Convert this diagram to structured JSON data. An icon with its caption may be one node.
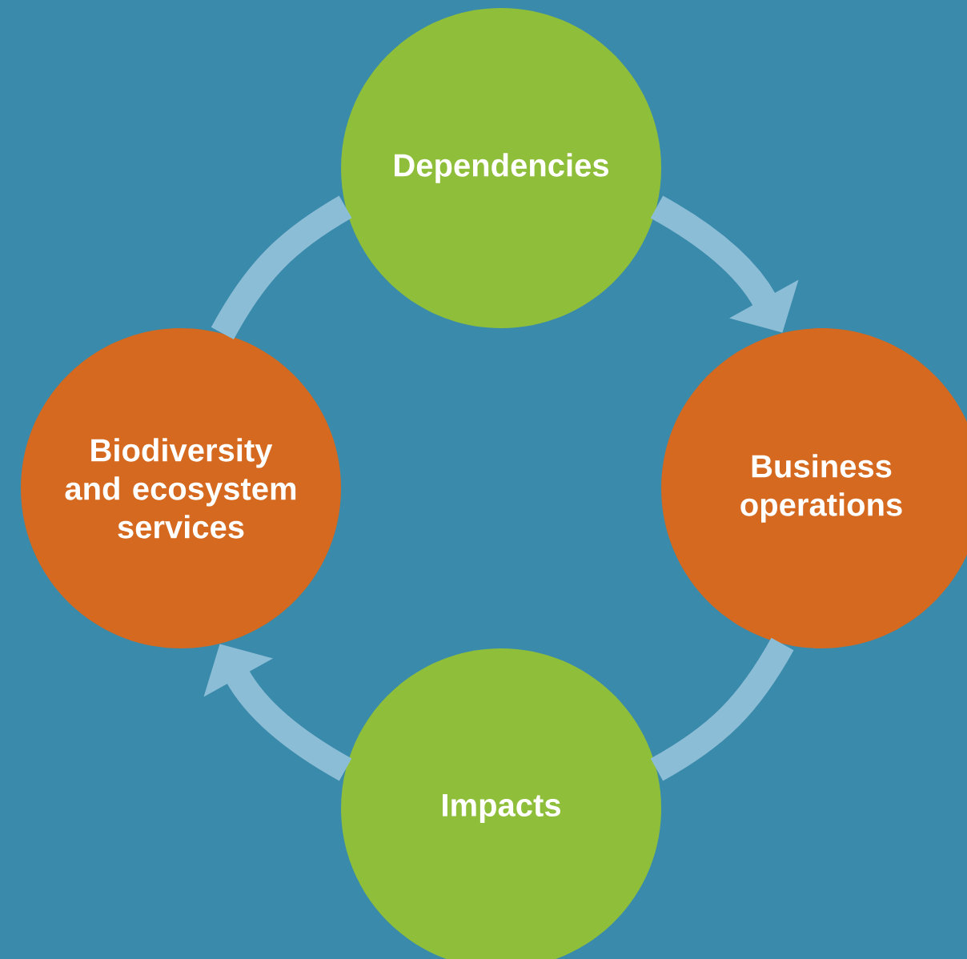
{
  "diagram": {
    "nodes": [
      {
        "text": [
          "Dependencies"
        ]
      },
      {
        "text": [
          "Business operations"
        ]
      },
      {
        "text": [
          "Impacts"
        ]
      },
      {
        "text": [
          "Biodiversity and ecosystem services"
        ]
      }
    ],
    "edges": [
      {
        "from": 0,
        "to": 1,
        "arrow": "to"
      },
      {
        "from": 1,
        "to": 2,
        "arrow": "none"
      },
      {
        "from": 2,
        "to": 3,
        "arrow": "to"
      },
      {
        "from": 3,
        "to": 0,
        "arrow": "none"
      }
    ]
  }
}
